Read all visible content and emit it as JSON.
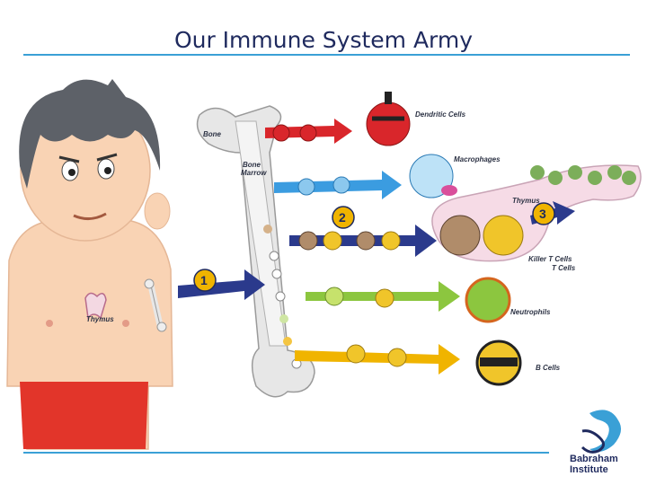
{
  "title": "Our Immune System Army",
  "labels": {
    "bone": "Bone",
    "bone_marrow_line1": "Bone",
    "bone_marrow_line2": "Marrow",
    "thymus_body": "Thymus",
    "thymus_organ": "Thymus",
    "dendritic": "Dendritic Cells",
    "macrophages": "Macrophages",
    "killer_line1": "Killer T Cells",
    "killer_line2": "T Cells",
    "neutrophils": "Neutrophils",
    "bcells": "B Cells"
  },
  "steps": {
    "one": "1",
    "two": "2",
    "three": "3"
  },
  "logo": {
    "line1": "Babraham",
    "line2": "Institute"
  },
  "colors": {
    "rule": "#3aa0d6",
    "title": "#1f2a5e",
    "dendritic": "#d9262b",
    "macrophage": "#3b9ce0",
    "tcell": "#2b3a8c",
    "neutrophil": "#8cc63f",
    "bcell": "#f0b400",
    "thymus_pink": "#f6dbe6",
    "skin": "#f9d3b4",
    "hair": "#5d6168",
    "shorts": "#e2352a"
  }
}
